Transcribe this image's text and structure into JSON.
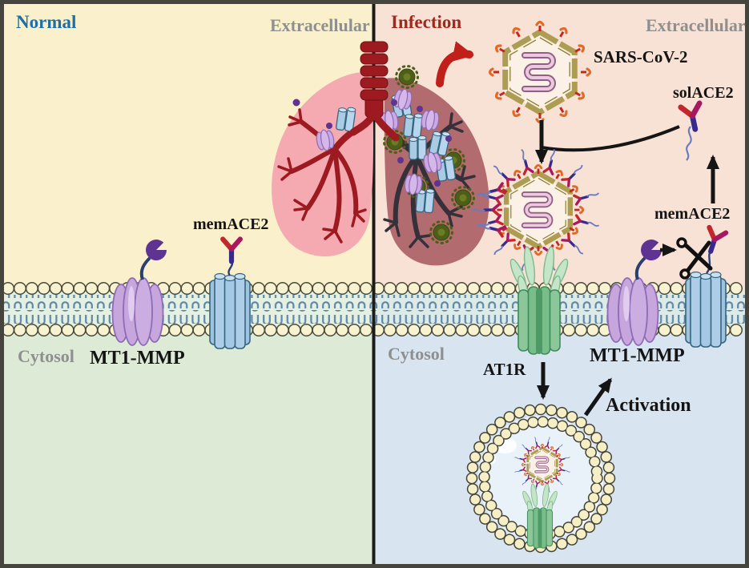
{
  "left_panel": {
    "title": "Normal",
    "extracellular": "Extracellular",
    "cytosol": "Cytosol",
    "labels": {
      "mem_ace2": "memACE2",
      "mt1_mmp": "MT1-MMP"
    }
  },
  "right_panel": {
    "title": "Infection",
    "extracellular": "Extracellular",
    "cytosol": "Cytosol",
    "labels": {
      "sars_cov_2": "SARS-CoV-2",
      "sol_ace2": "solACE2",
      "mem_ace2": "memACE2",
      "mt1_mmp": "MT1-MMP",
      "at1r": "AT1R",
      "activation": "Activation"
    }
  },
  "icons": {
    "scissors": "cleavage-scissors",
    "red_curved_arrow": "infection-route-arrow"
  },
  "colors": {
    "normal_title": "#1E6FA8",
    "infection_title": "#A2271C",
    "region_label_gray": "#8F8F8F",
    "label_black": "#141414",
    "left_extracellular_bg": "#FAF0CB",
    "left_cytosol_bg": "#DCEAD6",
    "right_extracellular_bg": "#F8E2D6",
    "right_cytosol_bg": "#D8E4EF",
    "membrane_head": "#F7F2CF",
    "virus_capsid": "#AD9D52",
    "virus_rna_pink": "#EBC9DF",
    "spike_red": "#C5271F",
    "ace2_stem": "#372A8C",
    "ace2_arm_red": "#C1272D",
    "ace2_arm_magenta": "#A81860",
    "mt1mmp_purple": "#C7A6DE",
    "pacman_purple": "#5F3391",
    "mem_ace2_blue": "#AECDE8",
    "at1r_green": "#8CC79A",
    "healthy_lung": "#F5A9B0",
    "healthy_bronchi": "#9C1A20",
    "infected_lung": "#B26B6E",
    "infected_bronchi": "#36303B",
    "arrow_red": "#C11F1A",
    "arrow_black": "#151515"
  }
}
